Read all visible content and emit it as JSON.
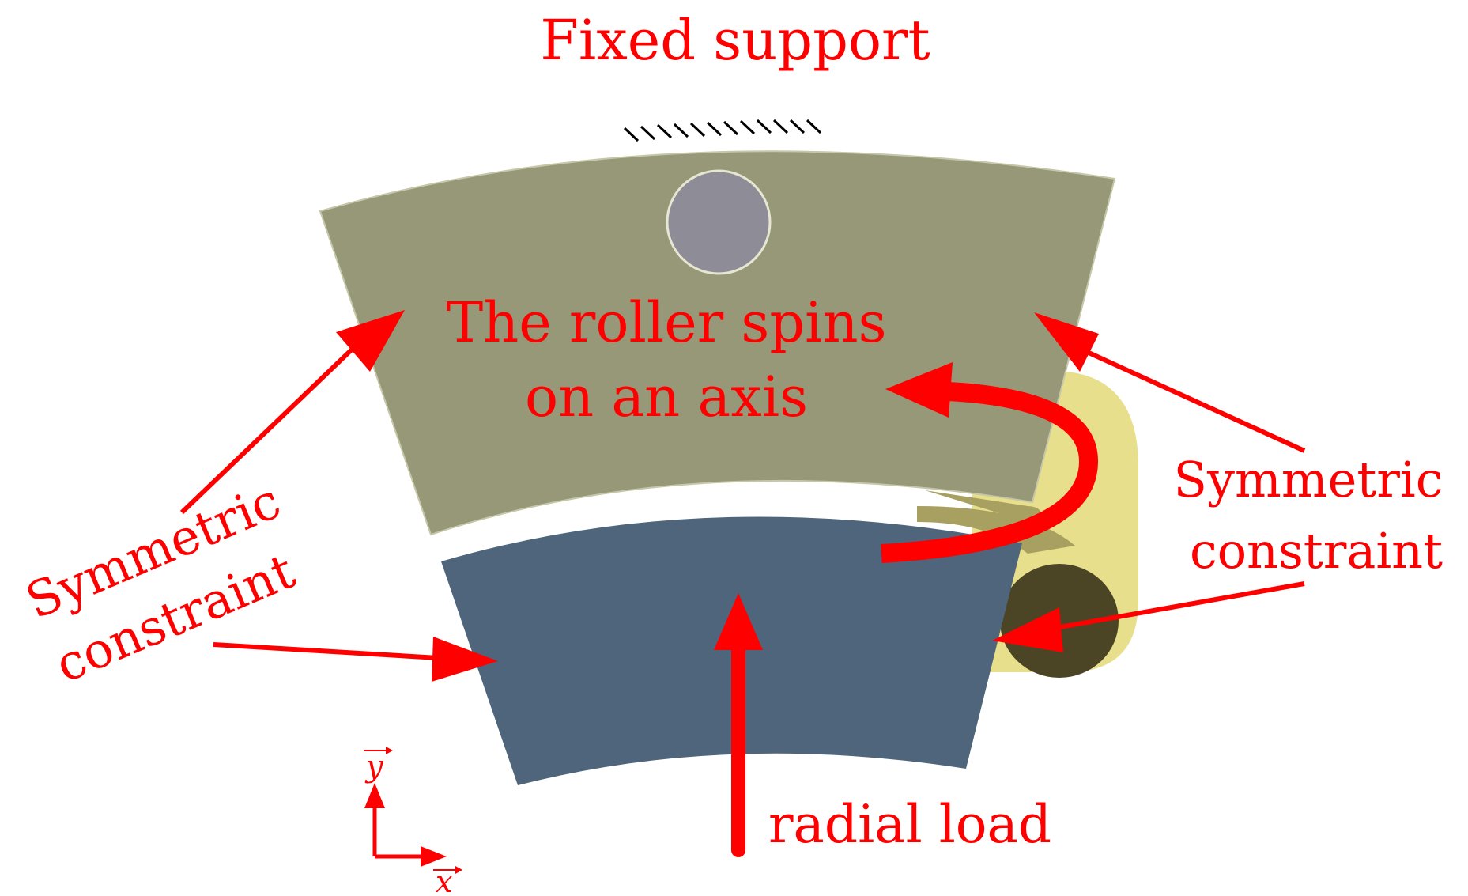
{
  "colors": {
    "annotation_red": "#ff0000",
    "outer_ring": "#979878",
    "inner_ring": "#4f657c",
    "roller_light": "#e8df8c",
    "roller_shadow": "#a8a060",
    "roller_dark": "#4b4526",
    "pin_hole": "#8e8c96",
    "hatch": "#000000",
    "axes": "#ff0000"
  },
  "labels": {
    "fixed_support": "Fixed support",
    "spin_line1": "The roller spins",
    "spin_line2": "on an axis",
    "sym_left_line1": "Symmetric",
    "sym_left_line2": "constraint",
    "sym_right_line1": "Symmetric",
    "sym_right_line2": "constraint",
    "radial_load": "radial load",
    "axis_y": "y",
    "axis_x": "x"
  },
  "icons": {
    "fixed_support_symbol": "hatch-ground-icon",
    "rotation_symbol": "curved-arrow-icon"
  }
}
